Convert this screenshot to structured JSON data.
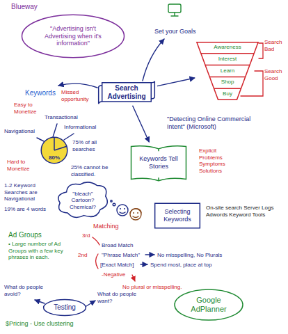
{
  "diagram": {
    "nodes": [
      {
        "text": [
          "\"Advertising isn't Advertising when it's information\""
        ]
      },
      {
        "text": [
          "Awareness",
          "Interest",
          "Learn",
          "Shop",
          "Buy"
        ]
      },
      {
        "text": [
          "Search Advertising"
        ]
      },
      {
        "text": [
          "80%"
        ]
      },
      {
        "text": [
          "Keywords Tell Stories"
        ]
      },
      {
        "text": [
          "\"bleach\"",
          "Cartoon?",
          "Chemical?"
        ]
      },
      {
        "text": [
          "Selecting Keywords"
        ]
      },
      {
        "text": [
          "Testing"
        ]
      },
      {
        "text": [
          "Google AdPlanner"
        ]
      }
    ],
    "edges": [
      {
        "from": 2,
        "to": 1,
        "arrow": "to"
      },
      {
        "from": 2,
        "to": 4,
        "arrow": "to"
      }
    ],
    "labels": [
      "Blueway",
      "Set your Goals",
      "Search Bad",
      "Search Good",
      "Keywords",
      "Easy to Monetize",
      "Missed opportunity",
      "Transactional",
      "Informational",
      "Navigational",
      "75% of all searches",
      "25% cannot be classified.",
      "Hard to Monetize",
      "\"Detecting Online Commercial Intent\" (Microsoft)",
      "Explicit Problems Symptoms Solutions",
      "1-2 Keyword Searches are Navigational",
      "19% are 4 words",
      "On-site search Server Logs Adwords Keyword Tools",
      "Ad Groups",
      "• Large number of Ad Groups with a few key phrases in each.",
      "Matching",
      "3rd",
      "2nd",
      "Broad Match",
      "\"Phrase Match\"",
      "[Exact Match]",
      "-Negative",
      "No misspelling, No Plurals",
      "Spend most, place at top",
      "No plural or misspelling.",
      "What do people avoid?",
      "What do people want?",
      "$Pricing - Use clustering"
    ]
  }
}
